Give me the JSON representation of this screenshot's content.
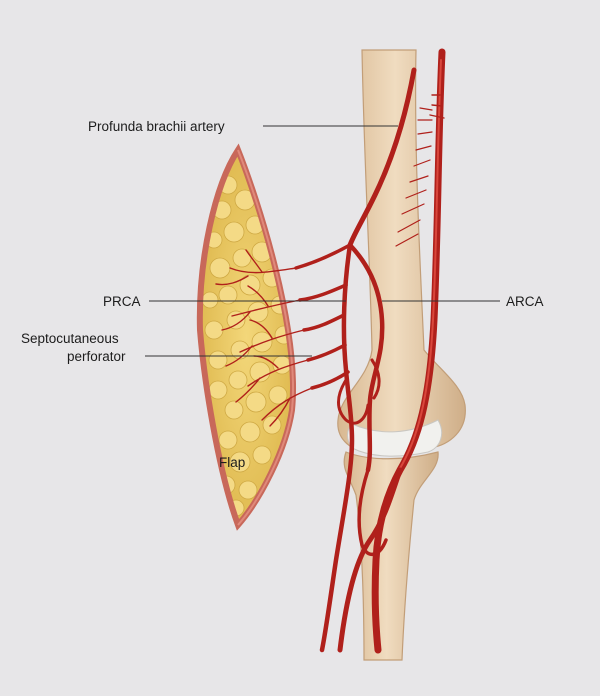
{
  "labels": {
    "profunda": "Profunda brachii artery",
    "prca": "PRCA",
    "arca": "ARCA",
    "septo_line1": "Septocutaneous",
    "septo_line2": "perforator",
    "flap": "Flap"
  },
  "colors": {
    "background": "#e7e6e8",
    "artery": "#b0201b",
    "artery_highlight": "#d9473c",
    "bone": "#e8cfad",
    "bone_shadow": "#c9a884",
    "fat": "#e9c75e",
    "flap_edge": "#c8685a",
    "cartilage": "#f1f1ee"
  }
}
